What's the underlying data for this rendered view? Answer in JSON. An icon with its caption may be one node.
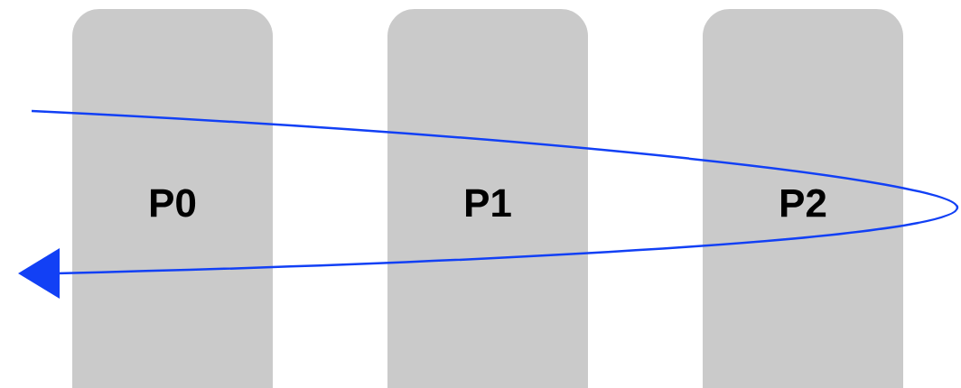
{
  "diagram": {
    "nodes": [
      {
        "text": [
          "P0"
        ]
      },
      {
        "text": [
          "P1"
        ]
      },
      {
        "text": [
          "P2"
        ]
      }
    ]
  }
}
